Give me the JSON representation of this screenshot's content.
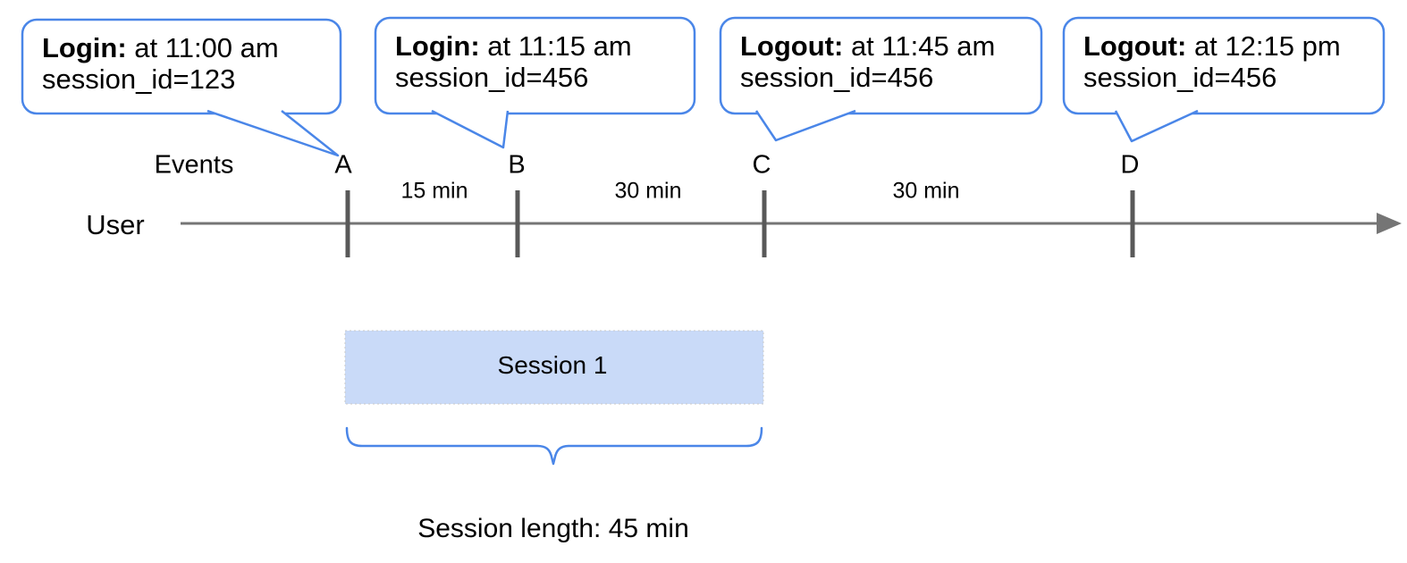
{
  "colors": {
    "accent_blue": "#4a86e8",
    "session_fill": "#c9daf8",
    "line_gray": "#757575",
    "tick_gray": "#595959"
  },
  "callouts": [
    {
      "label": "Login:",
      "detail": " at 11:00 am",
      "line2": "session_id=123"
    },
    {
      "label": "Login:",
      "detail": " at 11:15 am",
      "line2": "session_id=456"
    },
    {
      "label": "Logout:",
      "detail": " at 11:45 am",
      "line2": "session_id=456"
    },
    {
      "label": "Logout:",
      "detail": " at 12:15 pm",
      "line2": "session_id=456"
    }
  ],
  "timeline": {
    "events_label": "Events",
    "axis_label": "User",
    "markers": [
      "A",
      "B",
      "C",
      "D"
    ],
    "intervals": [
      "15 min",
      "30 min",
      "30 min"
    ]
  },
  "session": {
    "label": "Session 1",
    "caption": "Session length: 45 min"
  }
}
